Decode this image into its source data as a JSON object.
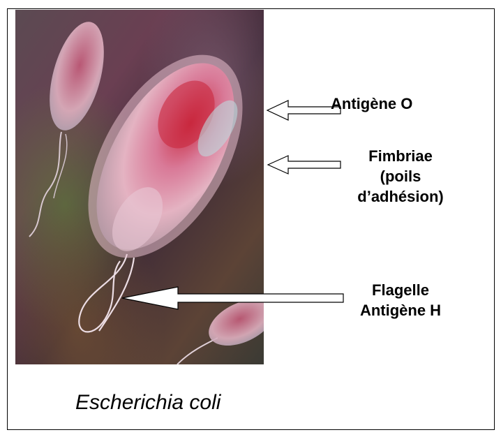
{
  "labels": {
    "antigen_o": "Antigène O",
    "fimbriae": [
      "Fimbriae",
      "(poils",
      "d’adhésion)"
    ],
    "flagelle": [
      "Flagelle",
      "Antigène H"
    ]
  },
  "caption": "Escherichia coli",
  "colors": {
    "background_dark": "#3a2530",
    "bacterium_pink": "#d98aa8",
    "bacterium_core": "#c23a5a",
    "bacterium_pale": "#b9d7dc",
    "arrow": "#ffffff",
    "outline": "#000000"
  }
}
